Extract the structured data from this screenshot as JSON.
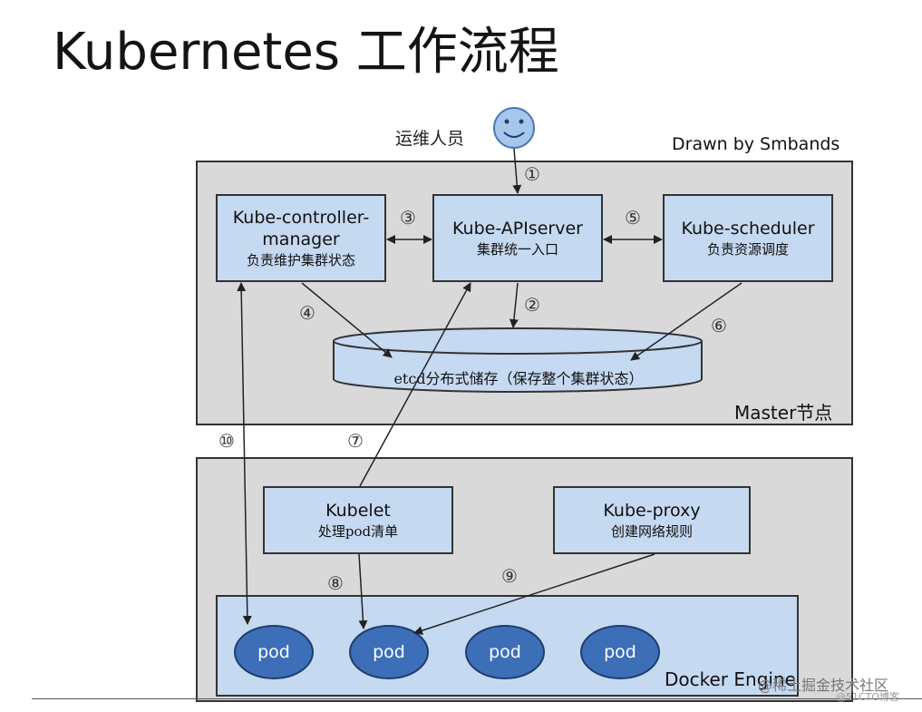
{
  "title": "Kubernetes 工作流程",
  "credit": "Drawn by Smbands",
  "operator_label": "运维人员",
  "master": {
    "label": "Master节点",
    "controller": {
      "name_line1": "Kube-controller-",
      "name_line2": "manager",
      "desc": "负责维护集群状态"
    },
    "apiserver": {
      "name": "Kube-APIserver",
      "desc": "集群统一入口"
    },
    "scheduler": {
      "name": "Kube-scheduler",
      "desc": "负责资源调度"
    },
    "etcd": "etcd分布式储存（保存整个集群状态）"
  },
  "node": {
    "kubelet": {
      "name": "Kubelet",
      "desc": "处理pod清单"
    },
    "kubeproxy": {
      "name": "Kube-proxy",
      "desc": "创建网络规则"
    },
    "docker_label": "Docker Engine",
    "pods": [
      "pod",
      "pod",
      "pod",
      "pod"
    ]
  },
  "steps": {
    "s1": "①",
    "s2": "②",
    "s3": "③",
    "s4": "④",
    "s5": "⑤",
    "s6": "⑥",
    "s7": "⑦",
    "s8": "⑧",
    "s9": "⑨",
    "s10": "⑩"
  },
  "watermark": {
    "line1": "@稀土掘金技术社区",
    "line2": "@51CTO博客"
  },
  "colors": {
    "box_fill": "#c5d9f1",
    "region_fill": "#d9d9d9",
    "pod_fill": "#3d6fb8"
  }
}
